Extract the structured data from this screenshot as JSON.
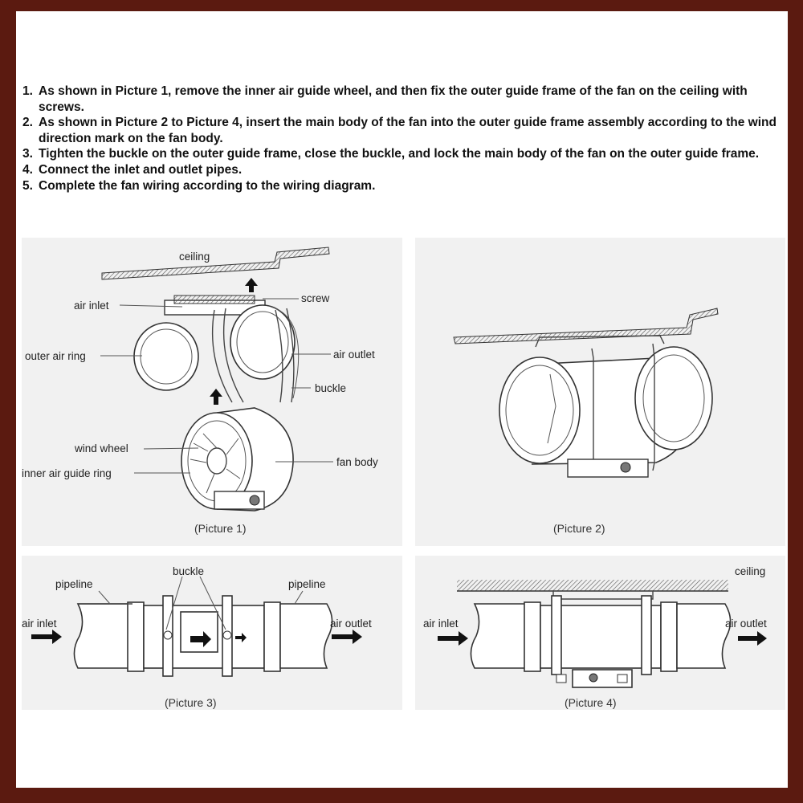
{
  "colors": {
    "border": "#5b1a10",
    "panel": "#f1f1f1",
    "ink": "#111111"
  },
  "instructions": [
    {
      "num": "1.",
      "text": "As shown in Picture 1, remove the inner air guide wheel, and then fix the outer guide frame of the fan on the ceiling with screws."
    },
    {
      "num": "2.",
      "text": "As shown in Picture 2 to Picture 4, insert the main body of the fan into the outer guide frame assembly according to the wind direction mark on the fan body."
    },
    {
      "num": "3.",
      "text": "Tighten the buckle on the outer guide frame, close the buckle, and lock the main body of the fan on the outer guide frame."
    },
    {
      "num": "4.",
      "text": "Connect the inlet and outlet pipes."
    },
    {
      "num": "5.",
      "text": "Complete the fan wiring according to the wiring diagram."
    }
  ],
  "picture1": {
    "caption": "(Picture 1)",
    "labels": {
      "ceiling": "ceiling",
      "air_inlet": "air inlet",
      "screw": "screw",
      "outer_air_ring": "outer air ring",
      "air_outlet": "air outlet",
      "buckle": "buckle",
      "wind_wheel": "wind wheel",
      "inner_air_guide_ring": "inner air guide ring",
      "fan_body": "fan body"
    }
  },
  "picture2": {
    "caption": "(Picture 2)"
  },
  "picture3": {
    "caption": "(Picture 3)",
    "labels": {
      "buckle": "buckle",
      "pipeline_left": "pipeline",
      "pipeline_right": "pipeline",
      "air_inlet": "air inlet",
      "air_outlet": "air outlet"
    }
  },
  "picture4": {
    "caption": "(Picture 4)",
    "labels": {
      "ceiling": "ceiling",
      "air_inlet": "air inlet",
      "air_outlet": "air outlet"
    }
  }
}
